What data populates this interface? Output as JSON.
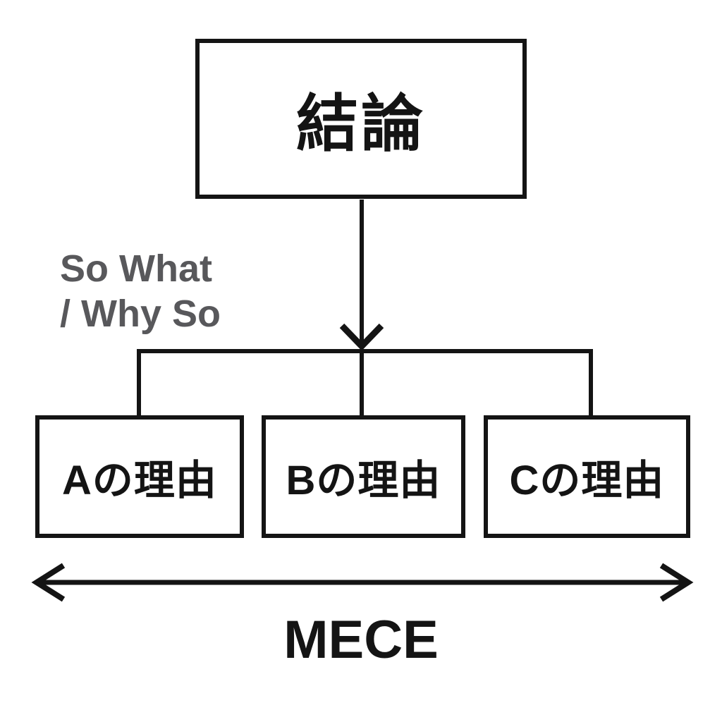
{
  "diagram": {
    "title_hint": "pyramid-logic-tree",
    "conclusion": "結論",
    "so_what_line1": "So What",
    "so_what_line2": "/ Why So",
    "reasons": [
      "Aの理由",
      "Bの理由",
      "Cの理由"
    ],
    "mece_label": "MECE",
    "colors": {
      "line": "#141414",
      "text": "#141414",
      "muted": "#58585b",
      "background": "#ffffff"
    }
  }
}
